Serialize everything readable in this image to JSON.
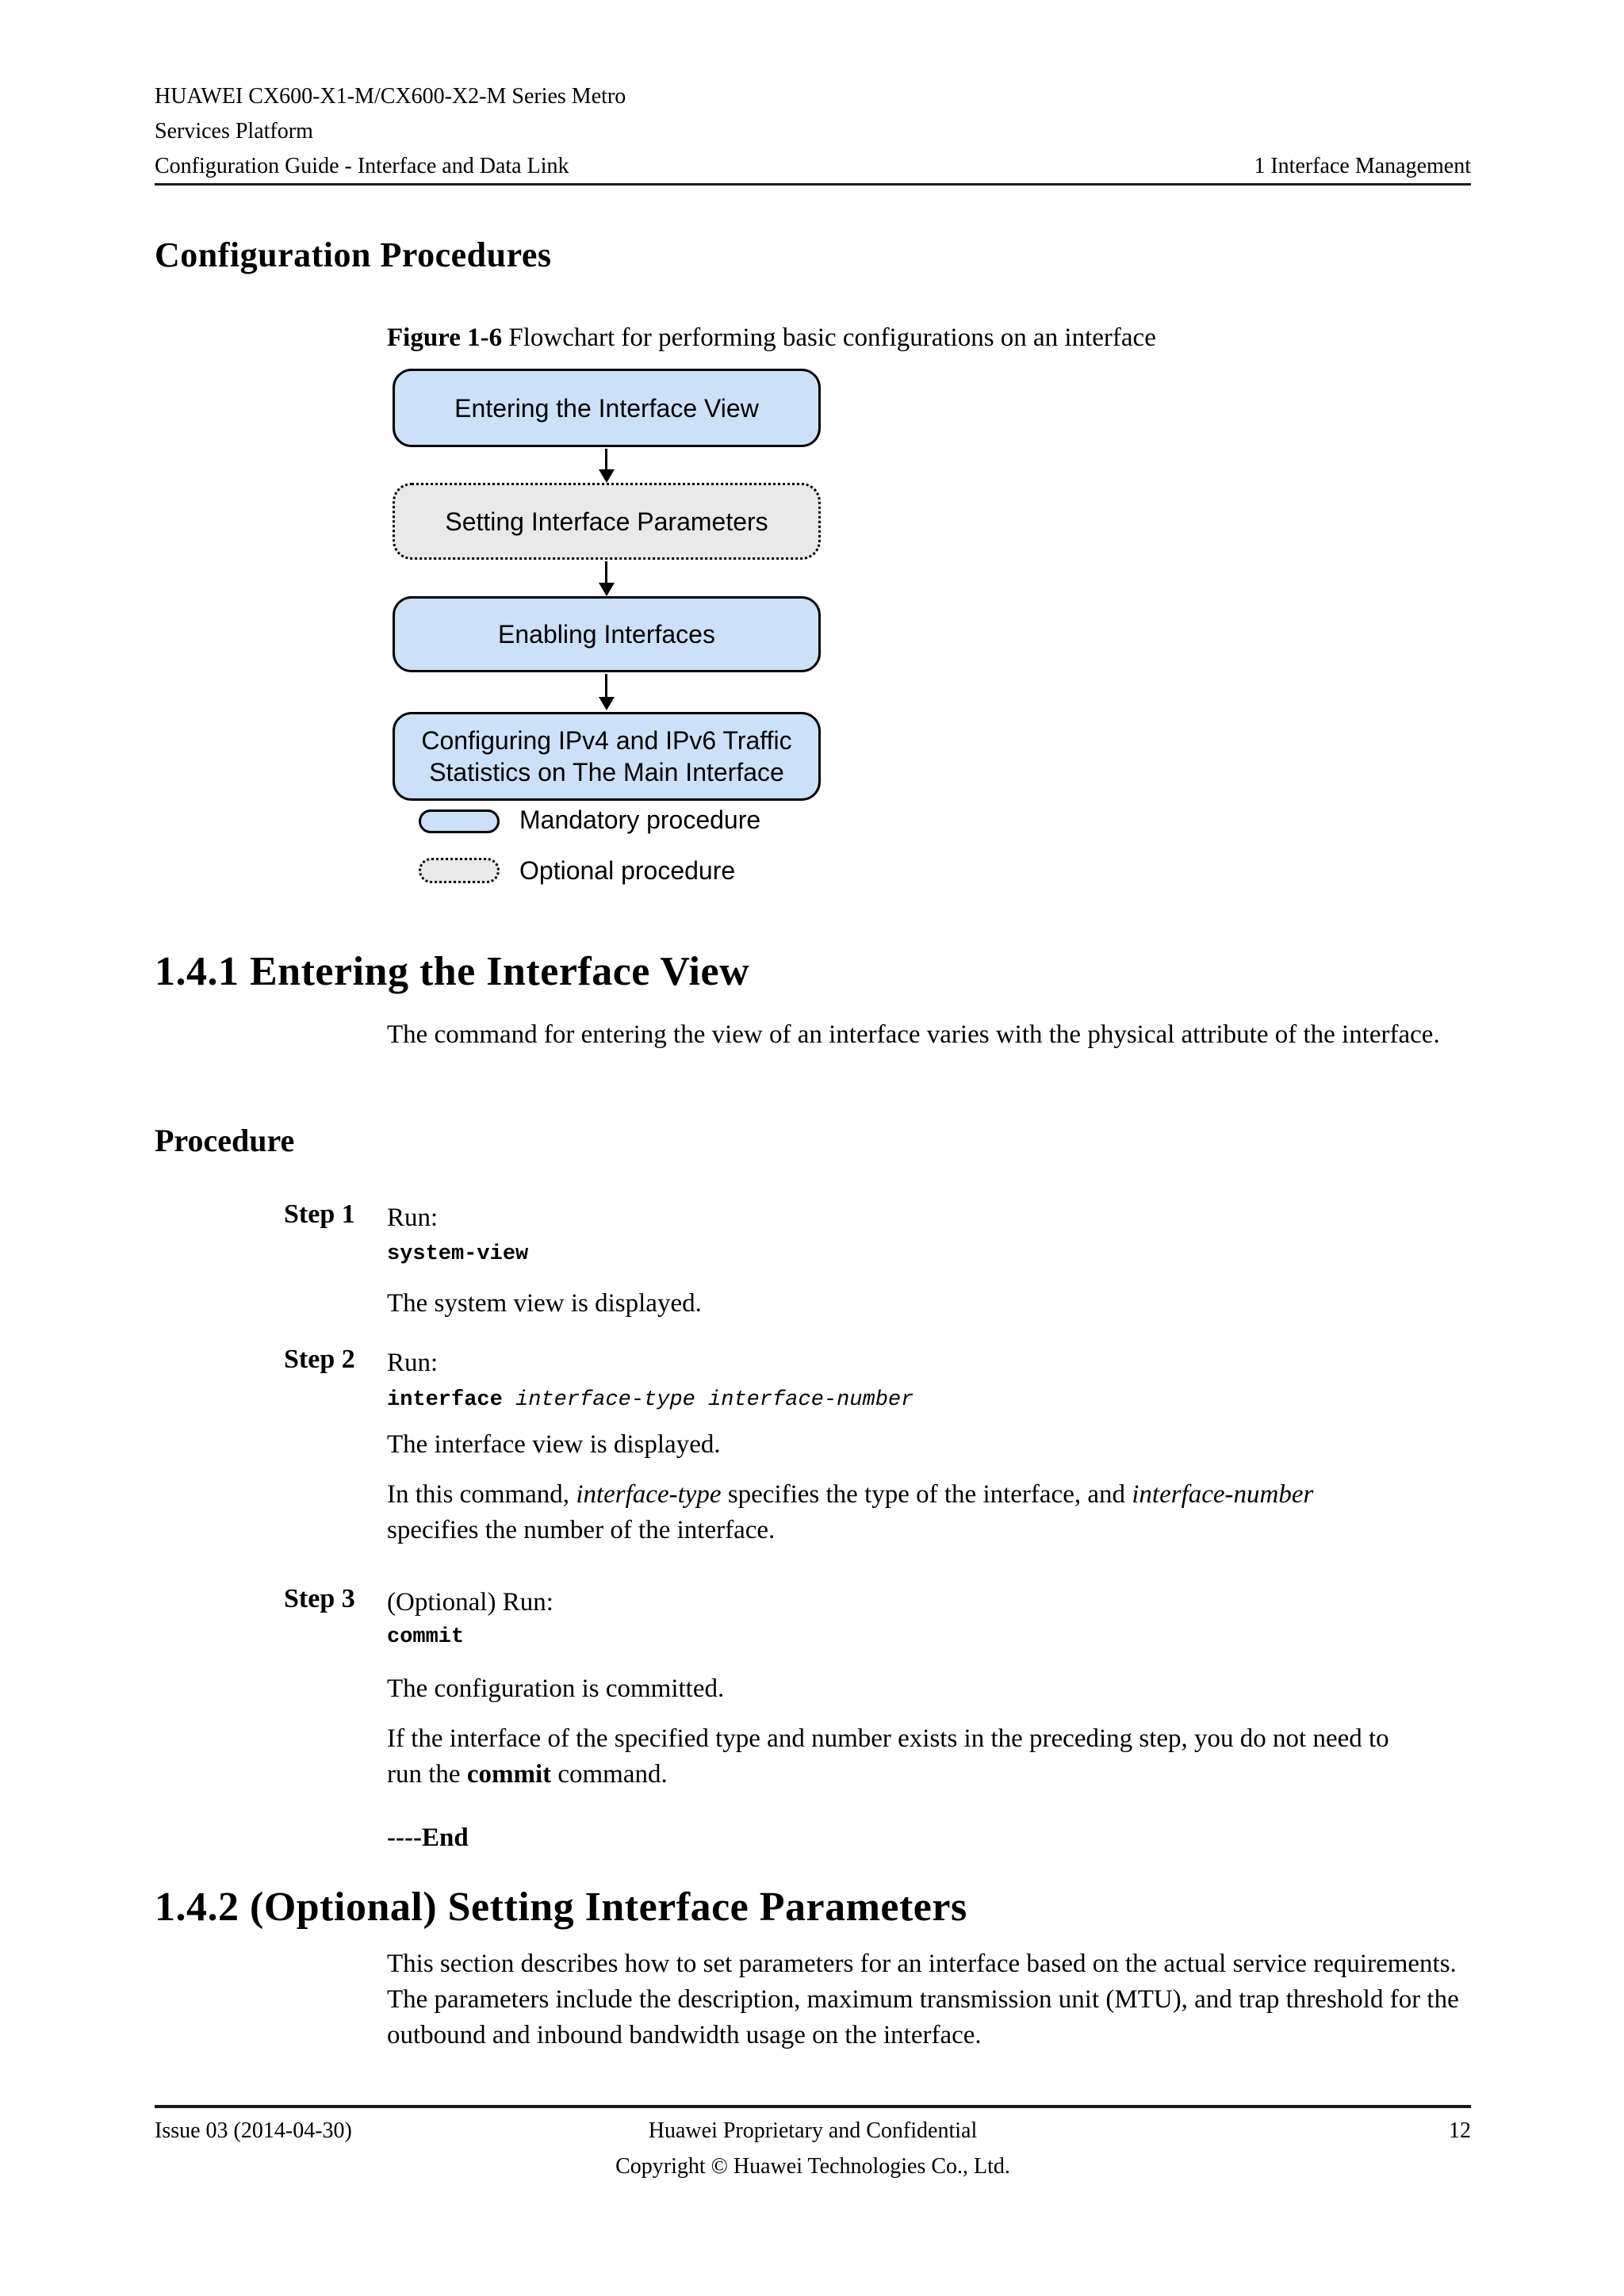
{
  "header": {
    "line1": "HUAWEI CX600-X1-M/CX600-X2-M Series Metro",
    "line2": "Services Platform",
    "line3_left": "Configuration Guide - Interface and Data Link",
    "line3_right": "1 Interface Management"
  },
  "config_procedures_heading": "Configuration Procedures",
  "figure": {
    "label": "Figure 1-6",
    "caption": " Flowchart for performing basic configurations on an interface"
  },
  "flowchart": {
    "box1": "Entering the Interface View",
    "box2": "Setting Interface Parameters",
    "box3": "Enabling Interfaces",
    "box4": "Configuring IPv4 and IPv6 Traffic\nStatistics on The Main Interface",
    "legend_mandatory": "Mandatory procedure",
    "legend_optional": "Optional procedure",
    "mandatory_fill": "#cce1f7",
    "optional_fill": "#e9e9e9",
    "border_color": "#000000"
  },
  "section1": {
    "title": "1.4.1 Entering the Interface View",
    "intro": "The command for entering the view of an interface varies with the physical attribute of the interface.",
    "procedure_heading": "Procedure",
    "steps": [
      {
        "label": "Step 1",
        "run": "Run:",
        "cmd_bold": "system-view",
        "cmd_italic": "",
        "result": "The system view is displayed."
      },
      {
        "label": "Step 2",
        "run": "Run:",
        "cmd_bold": "interface",
        "cmd_italic": " interface-type interface-number",
        "result": "The interface view is displayed.",
        "note": {
          "p1": "In this command, ",
          "p2": "interface-type",
          "p3": " specifies the type of the interface, and ",
          "p4": "interface-number",
          "p5": "specifies the number of the interface."
        }
      },
      {
        "label": "Step 3",
        "run": "(Optional) Run:",
        "cmd_bold": "commit",
        "cmd_italic": "",
        "result": "The configuration is committed.",
        "note": {
          "l1": "If the interface of the specified type and number exists in the preceding step, you do not need to",
          "l2a": "run the ",
          "l2b": "commit",
          "l2c": " command."
        }
      }
    ],
    "end_marker": "----End"
  },
  "section2": {
    "title": "1.4.2 (Optional) Setting Interface Parameters",
    "intro": "This section describes how to set parameters for an interface based on the actual service requirements. The parameters include the description, maximum transmission unit (MTU), and trap threshold for the outbound and inbound bandwidth usage on the interface."
  },
  "footer": {
    "issue": "Issue 03 (2014-04-30)",
    "center1": "Huawei Proprietary and Confidential",
    "center2": "Copyright © Huawei Technologies Co., Ltd.",
    "page_number": "12"
  }
}
